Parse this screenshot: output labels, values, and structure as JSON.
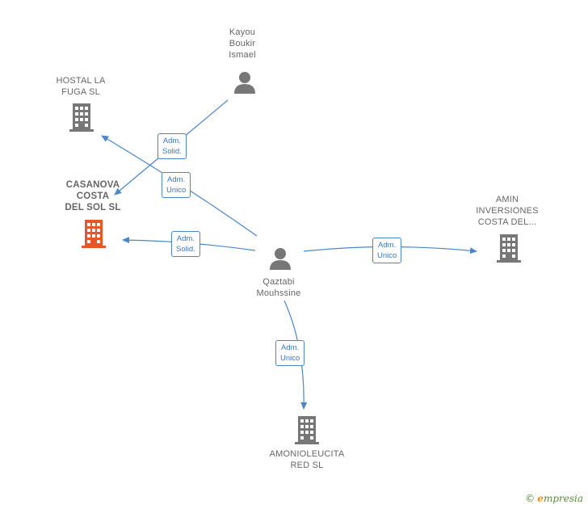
{
  "colors": {
    "edge": "#4a86c8",
    "person": "#777777",
    "company": "#777777",
    "focus_company": "#e8552a"
  },
  "nodes": {
    "kayou": {
      "label": "Kayou\nBoukir\nIsmael",
      "icon": "person-icon"
    },
    "hostal": {
      "label": "HOSTAL LA\nFUGA  SL",
      "icon": "building-icon"
    },
    "casanova": {
      "label": "CASANOVA\nCOSTA\nDEL  SOL  SL",
      "icon": "building-icon",
      "focus": true
    },
    "amin": {
      "label": "AMIN\nINVERSIONES\nCOSTA DEL...",
      "icon": "building-icon"
    },
    "qaztabi": {
      "label": "Qaztabi\nMouhssine",
      "icon": "person-icon"
    },
    "amonio": {
      "label": "AMONIOLEUCITA\nRED  SL",
      "icon": "building-icon"
    }
  },
  "edges": {
    "kayou_casanova": {
      "label": "Adm.\nSolid."
    },
    "qaztabi_hostal": {
      "label": "Adm.\nUnico"
    },
    "qaztabi_casanova": {
      "label": "Adm.\nSolid."
    },
    "qaztabi_amin": {
      "label": "Adm.\nUnico"
    },
    "qaztabi_amonio": {
      "label": "Adm.\nUnico"
    }
  },
  "brand": {
    "copyright": "©",
    "e": "e",
    "name": "mpresia"
  }
}
